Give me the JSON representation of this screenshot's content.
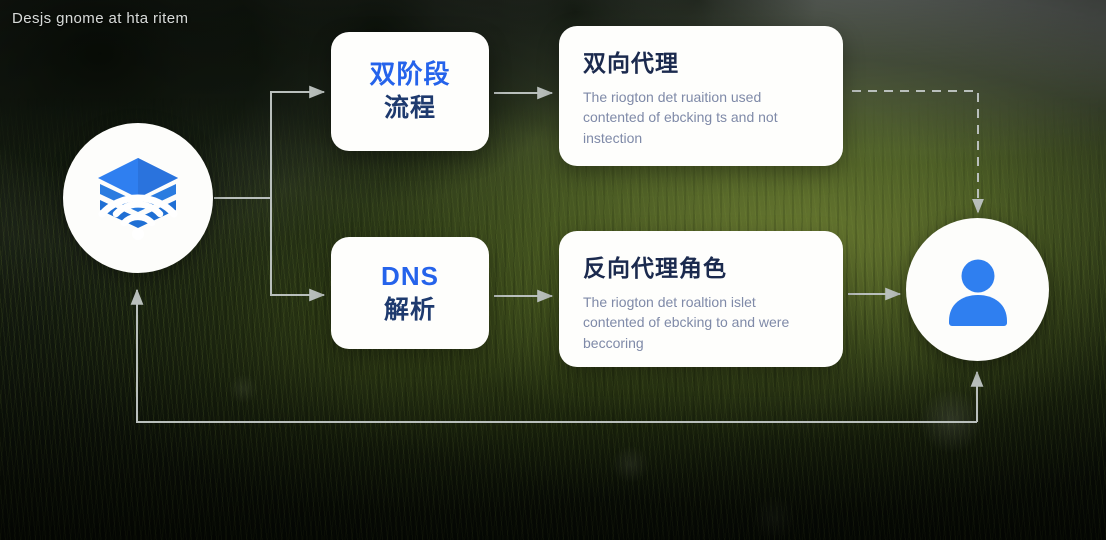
{
  "slide": {
    "title": "Desjs gnome at hta ritem",
    "accent_blue": "#2563eb",
    "heading_navy": "#1b2a4e",
    "body_grey": "#7f8aa8",
    "connector_grey": "#b9bfbc"
  },
  "nodes": {
    "source": {
      "icon": "server-stack-wifi-icon",
      "label": ""
    },
    "target": {
      "icon": "user-person-icon",
      "label": ""
    }
  },
  "cards": {
    "stage": {
      "line1": "双阶段",
      "line2": "流程"
    },
    "bidirectional": {
      "heading": "双向代理",
      "body": "The riogton det ruaition used contented of ebcking ts and not instection"
    },
    "dns": {
      "line1": "DNS",
      "line2": "解析"
    },
    "reverse": {
      "heading": "反向代理角色",
      "body": "The riogton det roaltion islet contented of ebcking to and were beccoring"
    }
  },
  "connectors": [
    {
      "name": "source-to-stage",
      "style": "solid",
      "arrow": true
    },
    {
      "name": "source-to-dns",
      "style": "solid",
      "arrow": true
    },
    {
      "name": "stage-to-bidirectional",
      "style": "solid",
      "arrow": true
    },
    {
      "name": "dns-to-reverse",
      "style": "solid",
      "arrow": true
    },
    {
      "name": "reverse-to-target",
      "style": "solid",
      "arrow": true
    },
    {
      "name": "bidirectional-to-target",
      "style": "dashed",
      "arrow": true
    },
    {
      "name": "target-feedback-to-source",
      "style": "solid",
      "arrow": true
    }
  ]
}
